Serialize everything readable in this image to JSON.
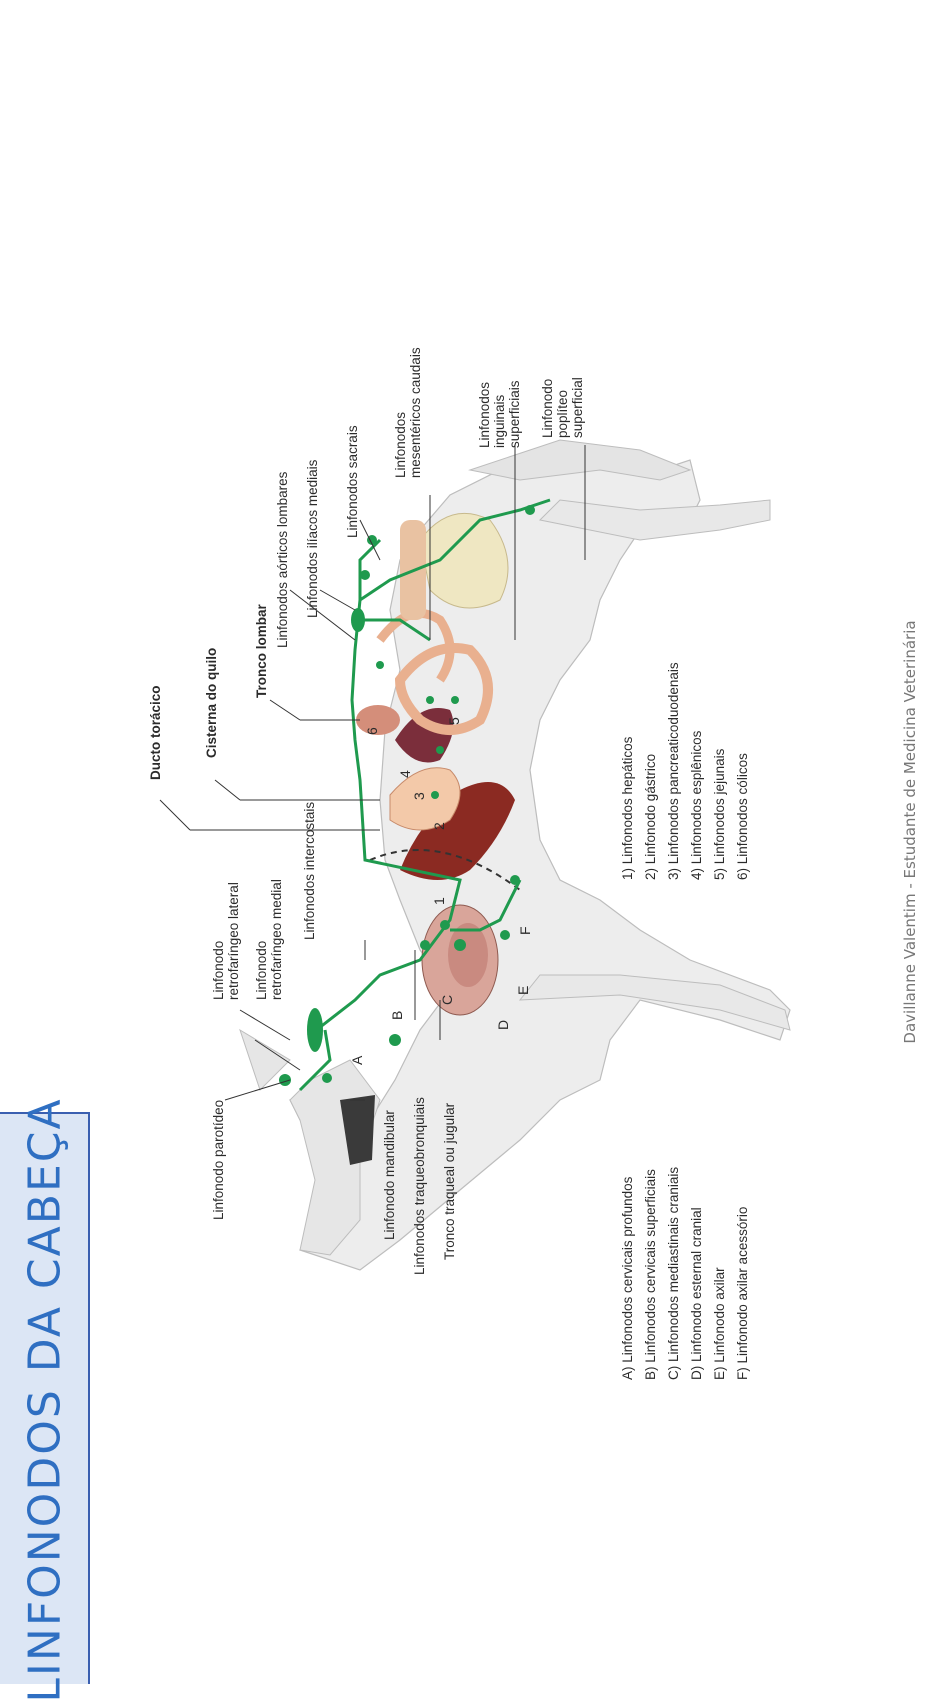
{
  "title": "LINFONODOS DA CABEÇA",
  "credit": "Davillanne Valentim - Estudante de Medicina Veterinária",
  "labels": {
    "parotideo": "Linfonodo parotídeo",
    "retro_lateral": "Linfonodo\nretrofaríngeo lateral",
    "retro_medial": "Linfonodo\nretrofaríngeo medial",
    "intercostais": "Linfonodos intercostais",
    "mandibular": "Linfonodo mandibular",
    "traqueobronquiais": "Linfonodos traqueobronquiais",
    "tronco_traqueal": "Tronco traqueal ou jugular",
    "ducto_toracico": "Ducto torácico",
    "cisterna_quilo": "Cisterna do quilo",
    "tronco_lombar": "Tronco lombar",
    "aorticos_lombares": "Linfonodos aórticos lombares",
    "iliacos_mediais": "Linfonodos ilíacos mediais",
    "sacrais": "Linfonodos sacrais",
    "mesentericos_caudais": "Linfonodos\nmesentéricos caudais",
    "inguinais": "Linfonodos\ninguinais\nsuperficiais",
    "popliteo": "Linfonodo\npoplíteo\nsuperficial"
  },
  "markers": [
    "A",
    "B",
    "C",
    "D",
    "E",
    "F",
    "1",
    "2",
    "3",
    "4",
    "5",
    "6"
  ],
  "legend_letters": [
    "A)  Linfonodos cervicais profundos",
    "B)  Linfonodos cervicais superficiais",
    "C)  Linfonodos mediastinais craniais",
    "D)  Linfonodo esternal cranial",
    "E)  Linfonodo axilar",
    "F)  Linfonodo axilar acessório"
  ],
  "legend_numbers": [
    "1)  Linfonodos hepáticos",
    "2)  Linfonodo gástrico",
    "3)  Linfonodos pancreaticoduodenais",
    "4)  Linfonodos esplênicos",
    "5)  Linfonodos jejunais",
    "6)  Linfonodos cólicos"
  ],
  "colors": {
    "lymph": "#1f9a4e",
    "title": "#2f6fc2",
    "band": "#dce6f5",
    "liver": "#8b2a22",
    "intestine": "#e9b08f"
  }
}
